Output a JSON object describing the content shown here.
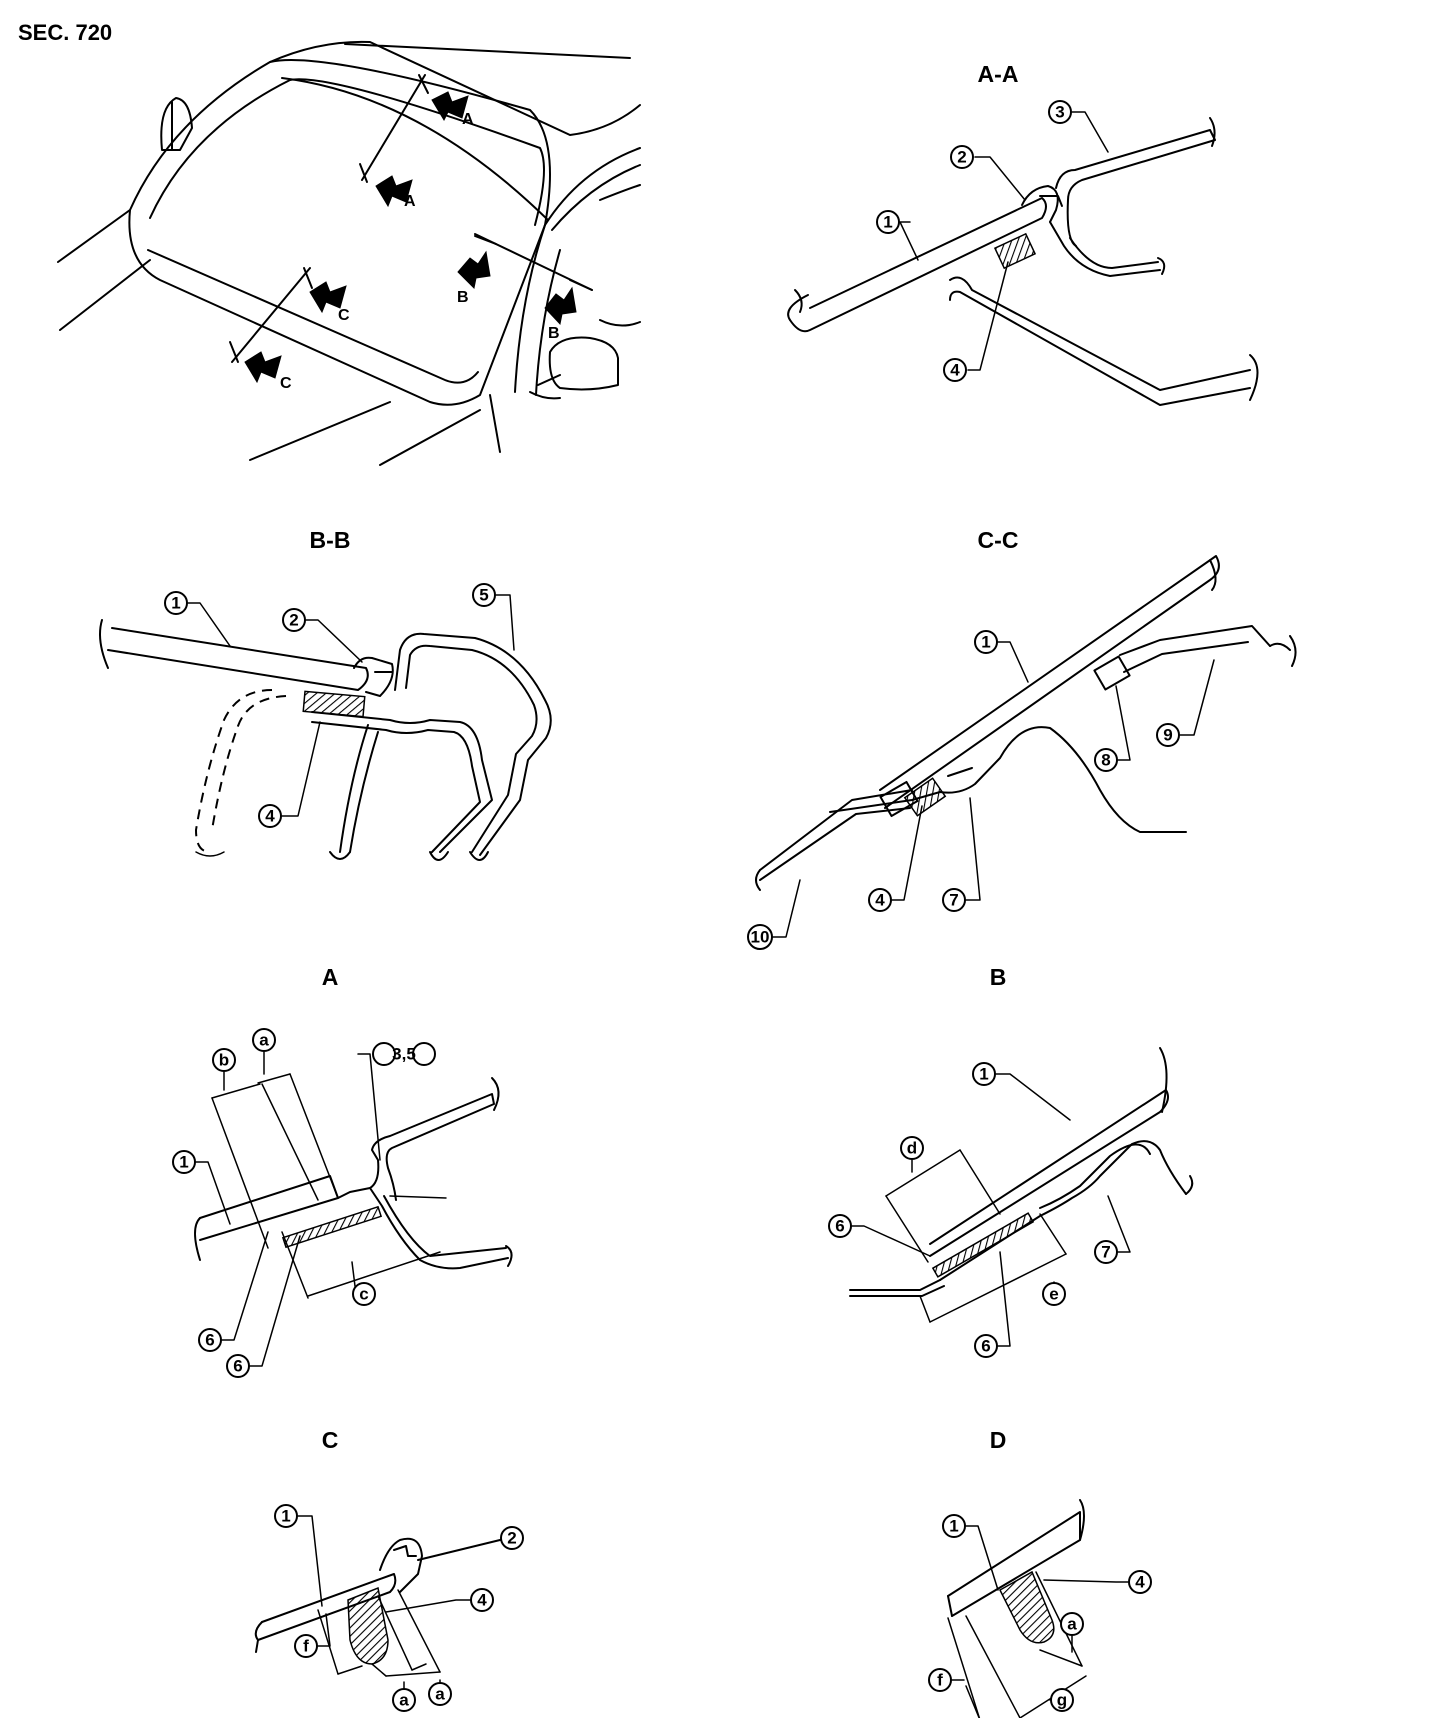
{
  "header": {
    "section": "SEC. 720"
  },
  "overview": {
    "arrow_labels": [
      "A",
      "A",
      "B",
      "B",
      "C",
      "C"
    ]
  },
  "views": {
    "aa": {
      "title": "A-A",
      "callouts": [
        "1",
        "2",
        "3",
        "4"
      ]
    },
    "bb": {
      "title": "B-B",
      "callouts": [
        "1",
        "2",
        "4",
        "5"
      ]
    },
    "cc": {
      "title": "C-C",
      "callouts": [
        "1",
        "4",
        "7",
        "8",
        "9",
        "10"
      ]
    },
    "a": {
      "title": "A",
      "callouts": [
        "a",
        "b",
        "3,5",
        "1",
        "c",
        "6",
        "6"
      ]
    },
    "b": {
      "title": "B",
      "callouts": [
        "1",
        "d",
        "6",
        "7",
        "e",
        "6"
      ]
    },
    "c": {
      "title": "C",
      "callouts": [
        "1",
        "2",
        "4",
        "f",
        "a",
        "a"
      ]
    },
    "d": {
      "title": "D",
      "callouts": [
        "1",
        "4",
        "a",
        "f",
        "g"
      ]
    }
  }
}
